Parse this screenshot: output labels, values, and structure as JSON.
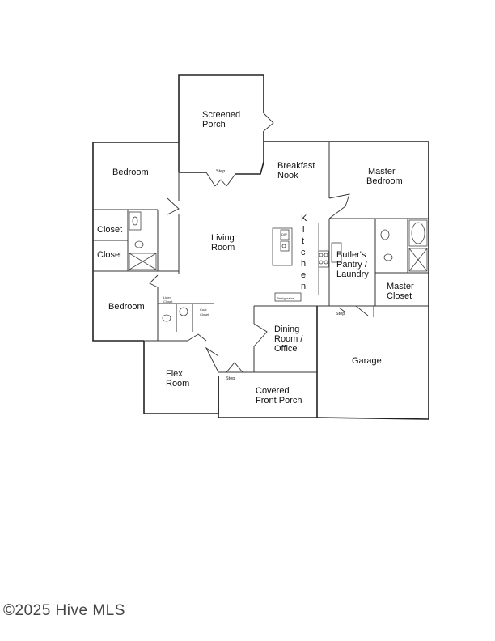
{
  "rooms": {
    "screened_porch": [
      "Screened",
      "Porch"
    ],
    "bedroom_1": "Bedroom",
    "breakfast_nook": [
      "Breakfast",
      "Nook"
    ],
    "master_bedroom": [
      "Master",
      "Bedroom"
    ],
    "closet_1": "Closet",
    "closet_2": "Closet",
    "living_room": [
      "Living",
      "Room"
    ],
    "kitchen": [
      "K",
      "i",
      "t",
      "c",
      "h",
      "e",
      "n"
    ],
    "butlers_pantry": [
      "Butler's",
      "Pantry /",
      "Laundry"
    ],
    "master_closet": [
      "Master",
      "Closet"
    ],
    "bedroom_2": "Bedroom",
    "linen_closet": [
      "Linen",
      "Closet"
    ],
    "coat_closet": [
      "Coat",
      "Closet"
    ],
    "dining_room": [
      "Dining",
      "Room /",
      "Office"
    ],
    "garage": "Garage",
    "flex_room": [
      "Flex",
      "Room"
    ],
    "covered_front_porch": [
      "Covered",
      "Front Porch"
    ]
  },
  "annotations": {
    "step_porch": "Step",
    "step_garage": "Step",
    "step_front": "Step",
    "dw": "DW",
    "refrigerator": "Refrigerator"
  },
  "watermark": "©2025 Hive MLS"
}
